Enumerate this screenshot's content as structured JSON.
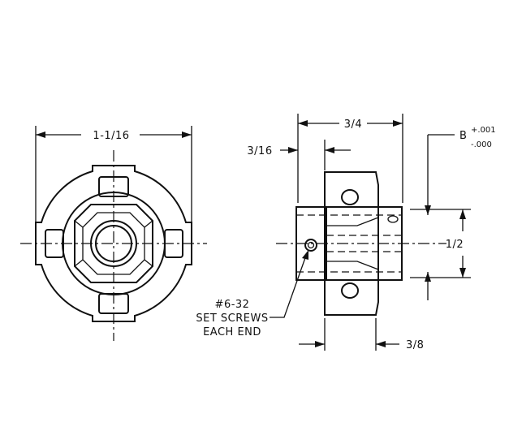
{
  "dimensions": {
    "overall_diameter": "1-1/16",
    "overall_length": "3/4",
    "set_screw_offset": "3/16",
    "hub_length": "3/8",
    "bore_dia": "1/2",
    "bore_label": "B",
    "tol_plus": "+.001",
    "tol_minus": "-.000"
  },
  "notes": {
    "screw_line1": "#6-32",
    "screw_line2": "SET SCREWS",
    "screw_line3": "EACH END"
  }
}
